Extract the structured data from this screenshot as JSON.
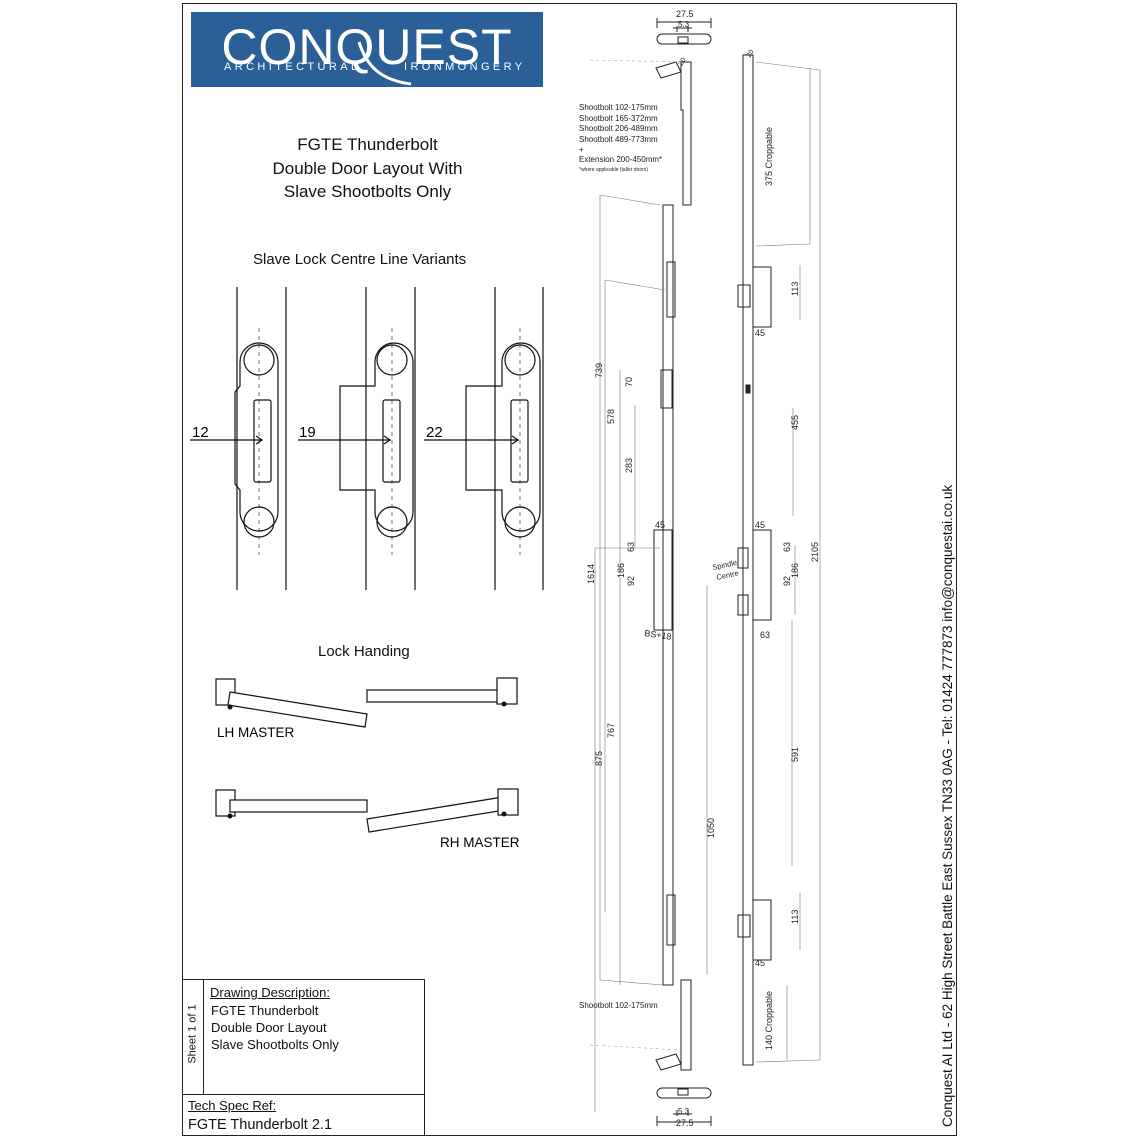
{
  "logo": {
    "brand": "CONQUEST",
    "sub_left": "ARCHITECTURAL",
    "sub_right": "IRONMONGERY",
    "bg_color": "#2a5f97"
  },
  "title": {
    "line1": "FGTE Thunderbolt",
    "line2": "Double Door Layout With",
    "line3": "Slave Shootbolts Only"
  },
  "variants": {
    "heading": "Slave Lock Centre Line Variants",
    "values": [
      "12",
      "19",
      "22"
    ]
  },
  "handing": {
    "heading": "Lock Handing",
    "lh_label": "LH MASTER",
    "rh_label": "RH MASTER"
  },
  "info_box": {
    "sheet": "Sheet 1 of 1",
    "desc_heading": "Drawing Description:",
    "desc_lines": [
      "FGTE Thunderbolt",
      "Double Door Layout",
      "Slave Shootbolts Only"
    ],
    "ref_heading": "Tech Spec Ref:",
    "ref_value": "FGTE Thunderbolt 2.1"
  },
  "contact": "Conquest AI Ltd - 62 High Street  Battle  East Sussex  TN33 0AG - Tel: 01424 777873  info@conquestai.co.uk",
  "drawing": {
    "top_keep": {
      "width": "27.5",
      "inner": "5.3"
    },
    "bottom_keep": {
      "width": "27.5",
      "inner": "5.3"
    },
    "shootbolt_notes": [
      "Shootbolt 102-175mm",
      "Shootbolt 165-372mm",
      "Shootbolt 206-489mm",
      "Shootbolt 489-773mm",
      "+",
      "Extension 200-450mm*"
    ],
    "shootbolt_footnote": "*where applicable (taller doors)",
    "bottom_shootbolt_note": "Shootbolt 102-175mm",
    "left_dims": {
      "d739": "739",
      "d578": "578",
      "d70": "70",
      "d283": "283",
      "d1614": "1614",
      "d186": "186",
      "d92": "92",
      "d63": "63",
      "d45": "45",
      "d875": "875",
      "d767": "767",
      "d1050": "1050",
      "bs": "BS+18",
      "d20": "20"
    },
    "right_dims": {
      "crop_top": "375 Croppable",
      "d113_top": "113",
      "d45_top": "45",
      "d455": "455",
      "d45_mid": "45",
      "d63_mid": "63",
      "d92": "92",
      "d186": "186",
      "d2105": "2105",
      "d63_low": "63",
      "d591": "591",
      "d113_bot": "113",
      "d45_bot": "45",
      "crop_bot": "140 Croppable",
      "d20": "20",
      "spindle1": "Spindle",
      "spindle2": "Centre"
    }
  }
}
